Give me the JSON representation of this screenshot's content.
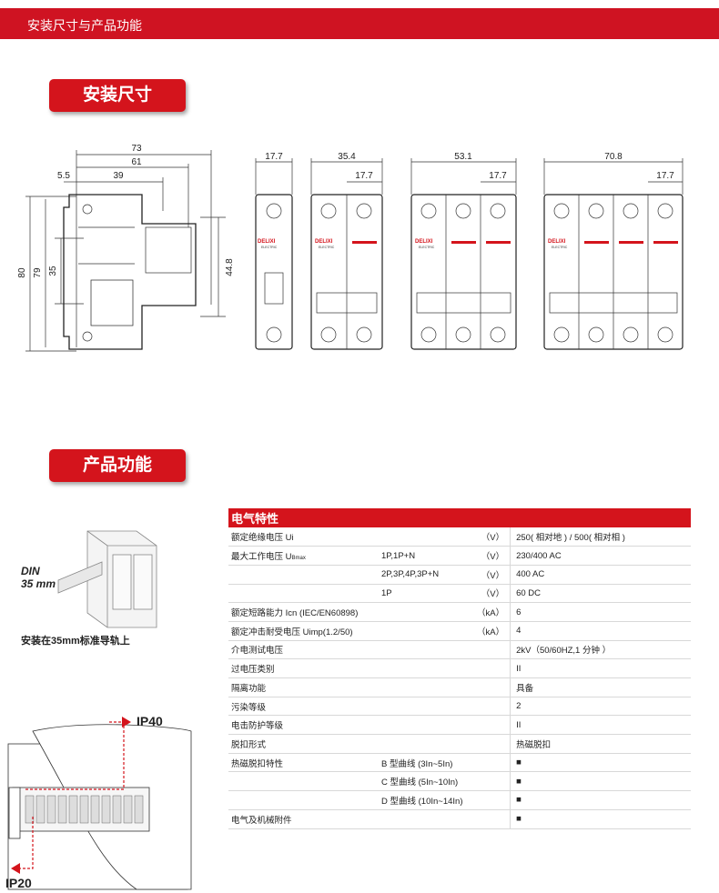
{
  "header": {
    "title": "安装尺寸与产品功能"
  },
  "sections": {
    "install": "安装尺寸",
    "function": "产品功能"
  },
  "side_view": {
    "dims": [
      "73",
      "61",
      "5.5",
      "39",
      "80",
      "79",
      "35",
      "44.8"
    ]
  },
  "front_views": [
    {
      "width": "17.7",
      "pitch": ""
    },
    {
      "width": "35.4",
      "pitch": "17.7"
    },
    {
      "width": "53.1",
      "pitch": "17.7"
    },
    {
      "width": "70.8",
      "pitch": "17.7"
    }
  ],
  "brand": {
    "name": "DELIXI",
    "sub": "ELECTRIC",
    "color": "#d4141c"
  },
  "din": {
    "label_1": "DIN",
    "label_2": "35 mm",
    "caption": "安装在35mm标准导轨上"
  },
  "ip": {
    "top": "IP40",
    "bottom": "IP20"
  },
  "spec": {
    "header": "电气特性",
    "rows": [
      {
        "c1": "额定绝缘电压 Ui",
        "c2": "",
        "c3": "（V）",
        "c4": "250( 相对地 ) / 500( 相对相 )"
      },
      {
        "c1": "最大工作电压 U",
        "sub": "Bmax",
        "c2": "1P,1P+N",
        "c3": "（V）",
        "c4": "230/400 AC"
      },
      {
        "c1": "",
        "c2": "2P,3P,4P,3P+N",
        "c3": "（V）",
        "c4": "400 AC"
      },
      {
        "c1": "",
        "c2": "1P",
        "c3": "（V）",
        "c4": "60 DC"
      },
      {
        "c1": "额定短路能力 Icn (IEC/EN60898)",
        "c2": "",
        "c3": "（kA）",
        "c4": "6"
      },
      {
        "c1": "额定冲击耐受电压 Uimp(1.2/50)",
        "c2": "",
        "c3": "（kA）",
        "c4": "4"
      },
      {
        "c1": "介电测试电压",
        "c2": "",
        "c3": "",
        "c4": "2kV（50/60HZ,1 分钟 ）"
      },
      {
        "c1": "过电压类别",
        "c2": "",
        "c3": "",
        "c4": "II"
      },
      {
        "c1": "隔离功能",
        "c2": "",
        "c3": "",
        "c4": "具备"
      },
      {
        "c1": "污染等级",
        "c2": "",
        "c3": "",
        "c4": "2"
      },
      {
        "c1": "电击防护等级",
        "c2": "",
        "c3": "",
        "c4": "II"
      },
      {
        "c1": "脱扣形式",
        "c2": "",
        "c3": "",
        "c4": "热磁脱扣"
      },
      {
        "c1": "热磁脱扣特性",
        "c2": "B 型曲线 (3In~5In)",
        "c3": "",
        "c4": "■"
      },
      {
        "c1": "",
        "c2": "C 型曲线 (5In~10In)",
        "c3": "",
        "c4": "■"
      },
      {
        "c1": "",
        "c2": "D 型曲线 (10In~14In)",
        "c3": "",
        "c4": "■"
      },
      {
        "c1": "电气及机械附件",
        "c2": "",
        "c3": "",
        "c4": "■"
      }
    ]
  }
}
